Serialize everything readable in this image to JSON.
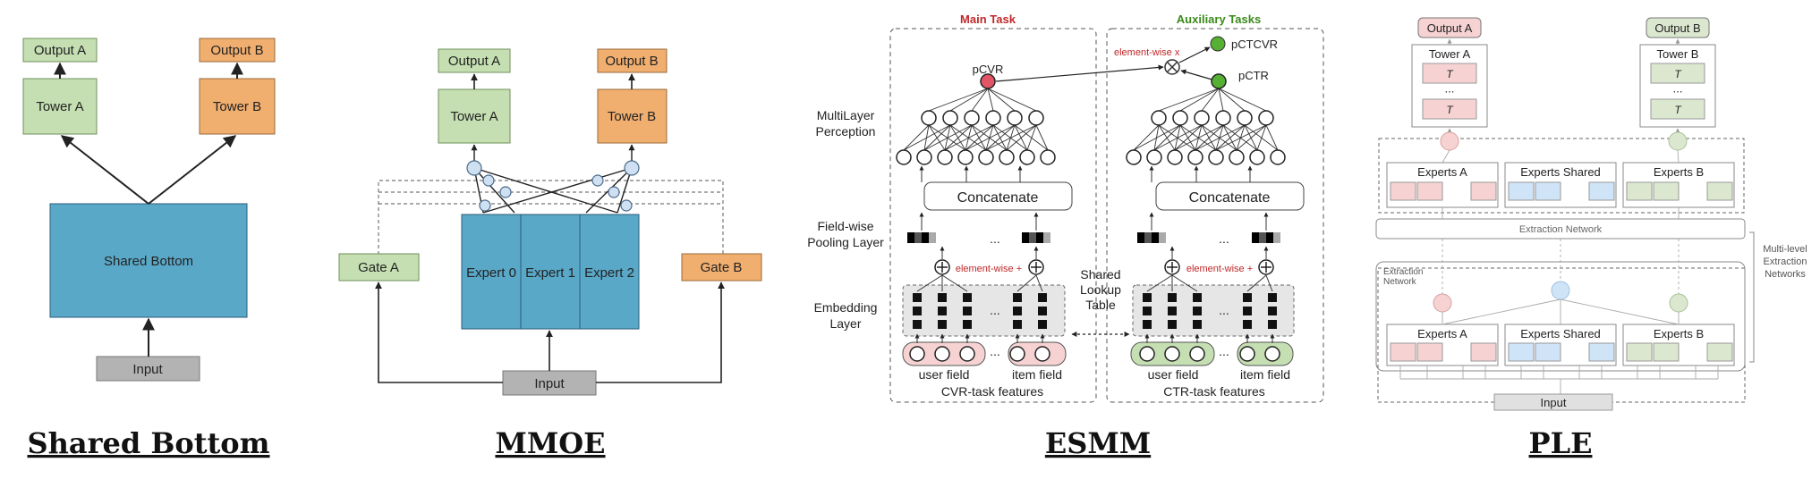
{
  "shared_bottom": {
    "output_a": "Output A",
    "output_b": "Output B",
    "tower_a": "Tower A",
    "tower_b": "Tower B",
    "shared_bottom": "Shared Bottom",
    "input": "Input",
    "caption": "Shared Bottom"
  },
  "mmoe": {
    "output_a": "Output A",
    "output_b": "Output B",
    "tower_a": "Tower A",
    "tower_b": "Tower B",
    "gate_a": "Gate A",
    "gate_b": "Gate B",
    "experts": [
      "Expert 0",
      "Expert 1",
      "Expert 2"
    ],
    "input": "Input",
    "caption": "MMOE"
  },
  "esmm": {
    "main_task": "Main Task",
    "aux_tasks": "Auxiliary Tasks",
    "pcvr": "pCVR",
    "pctr": "pCTR",
    "pctcvr": "pCTCVR",
    "element_wise_x": "element-wise x",
    "element_wise_plus": "element-wise +",
    "multilayer": [
      "MultiLayer",
      "Perception"
    ],
    "field_wise": [
      "Field-wise",
      "Pooling Layer"
    ],
    "embedding": [
      "Embedding",
      "Layer"
    ],
    "concatenate": "Concatenate",
    "shared_lookup": [
      "Shared",
      "Lookup",
      "Table"
    ],
    "user_field": "user field",
    "item_field": "item field",
    "cvr_features": "CVR-task features",
    "ctr_features": "CTR-task features",
    "ellipsis": "...",
    "caption": "ESMM"
  },
  "ple": {
    "output_a": "Output A",
    "output_b": "Output B",
    "tower_a": "Tower A",
    "tower_b": "Tower B",
    "experts_a": "Experts A",
    "experts_shared": "Experts Shared",
    "experts_b": "Experts B",
    "extraction_network": "Extraction Network",
    "extraction_network_inner": [
      "Extraction",
      "Network"
    ],
    "multi_level": [
      "Multi-level",
      "Extraction",
      "Networks"
    ],
    "input": "Input",
    "caption": "PLE"
  },
  "colors": {
    "green_fill": "#c5dfb2",
    "green_stroke": "#6f8f5a",
    "orange_fill": "#f0ae6f",
    "orange_stroke": "#9a6a3a",
    "blue_fill": "#5aa8c8",
    "blue_stroke": "#2a5c7a",
    "gray_fill": "#b3b3b3",
    "red_accent": "#c0282a",
    "green_accent": "#3a8a1a",
    "pink_fill": "#f6d2d2",
    "light_blue_fill": "#cfe4f7",
    "pale_green_fill": "#dbe8cf"
  }
}
